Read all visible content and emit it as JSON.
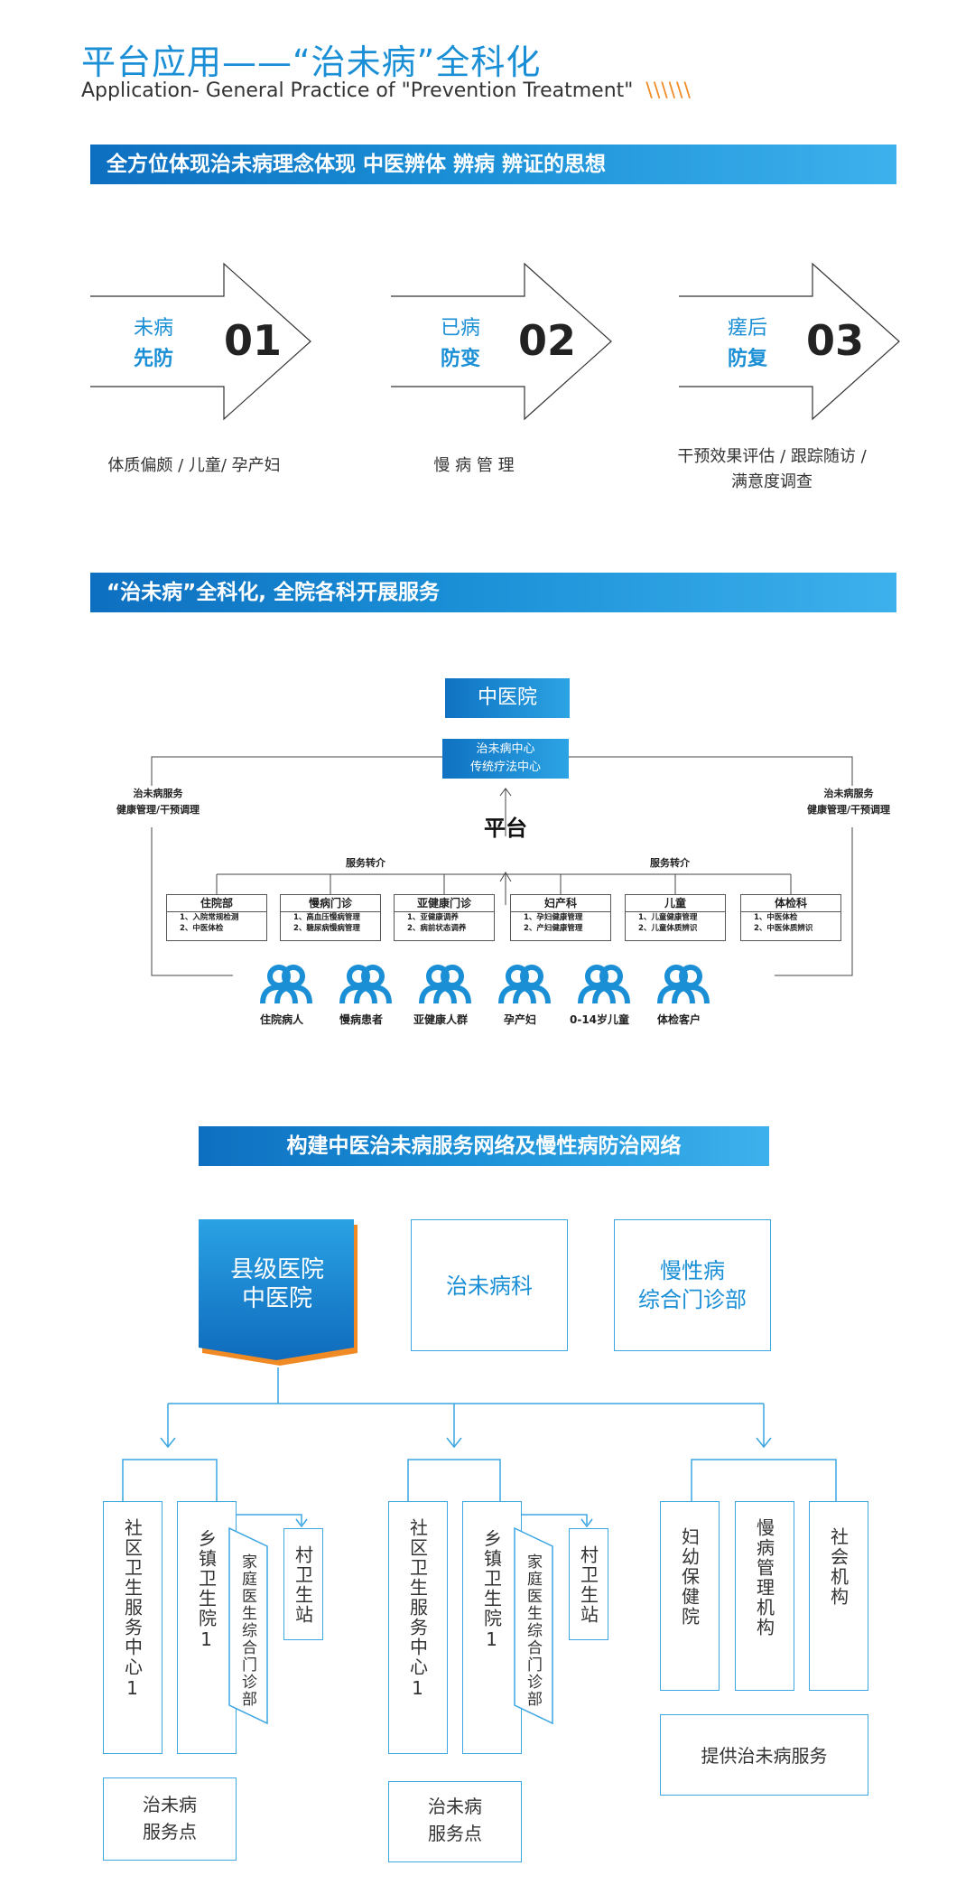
{
  "header": {
    "title_cn": "平台应用——“治未病”全科化",
    "title_en": "Application- General Practice of \"Prevention Treatment\"",
    "slashes": "\\\\\\\\\\\\"
  },
  "section1": {
    "banner": "全方位体现治未病理念体现 中医辨体 辨病 辨证的思想",
    "arrows": [
      {
        "top": "未病",
        "bottom": "先防",
        "num": "01",
        "desc": "体质偏颇 / 儿童/ 孕产妇"
      },
      {
        "top": "已病",
        "bottom": "防变",
        "num": "02",
        "desc": "慢 病 管 理"
      },
      {
        "top": "瘥后",
        "bottom": "防复",
        "num": "03",
        "desc_line1": "干预效果评估 / 跟踪随访 /",
        "desc_line2": "满意度调查"
      }
    ]
  },
  "section2": {
    "banner": "“治未病”全科化, 全院各科开展服务",
    "hospital": "中医院",
    "center_line1": "治未病中心",
    "center_line2": "传统疗法中心",
    "platform": "平台",
    "left_service_1": "治未病服务",
    "left_service_2": "健康管理/干预调理",
    "right_service_1": "治未病服务",
    "right_service_2": "健康管理/干预调理",
    "referral_left": "服务转介",
    "referral_right": "服务转介",
    "departments": [
      {
        "name": "住院部",
        "l1": "1、入院常规检测",
        "l2": "2、中医体检"
      },
      {
        "name": "慢病门诊",
        "l1": "1、高血压慢病管理",
        "l2": "2、糖尿病慢病管理"
      },
      {
        "name": "亚健康门诊",
        "l1": "1、亚健康调养",
        "l2": "2、病前状态调养"
      },
      {
        "name": "妇产科",
        "l1": "1、孕妇健康管理",
        "l2": "2、产妇健康管理"
      },
      {
        "name": "儿童",
        "l1": "1、儿童健康管理",
        "l2": "2、儿童体质辨识"
      },
      {
        "name": "体检科",
        "l1": "1、中医体检",
        "l2": "2、中医体质辨识"
      }
    ],
    "people": [
      "住院病人",
      "慢病患者",
      "亚健康人群",
      "孕产妇",
      "0-14岁儿童",
      "体检客户"
    ]
  },
  "section3": {
    "banner": "构建中医治未病服务网络及慢性病防治网络",
    "top_main_line1": "县级医院",
    "top_main_line2": "中医院",
    "top_mid": "治未病科",
    "top_right_line1": "慢性病",
    "top_right_line2": "综合门诊部",
    "group1": {
      "a": "社区卫生服务中心1",
      "b": "乡镇卫生院1",
      "c": "家庭医生综合门诊部",
      "d": "村卫生站",
      "point_line1": "治未病",
      "point_line2": "服务点"
    },
    "group2": {
      "a": "社区卫生服务中心1",
      "b": "乡镇卫生院1",
      "c": "家庭医生综合门诊部",
      "d": "村卫生站",
      "point_line1": "治未病",
      "point_line2": "服务点"
    },
    "group3": {
      "a": "妇幼保健院",
      "b": "慢病管理机构",
      "c": "社会机构",
      "service": "提供治未病服务"
    }
  },
  "colors": {
    "accent": "#1a8fd6",
    "orange": "#f08a24",
    "line": "#3ba6e2"
  }
}
